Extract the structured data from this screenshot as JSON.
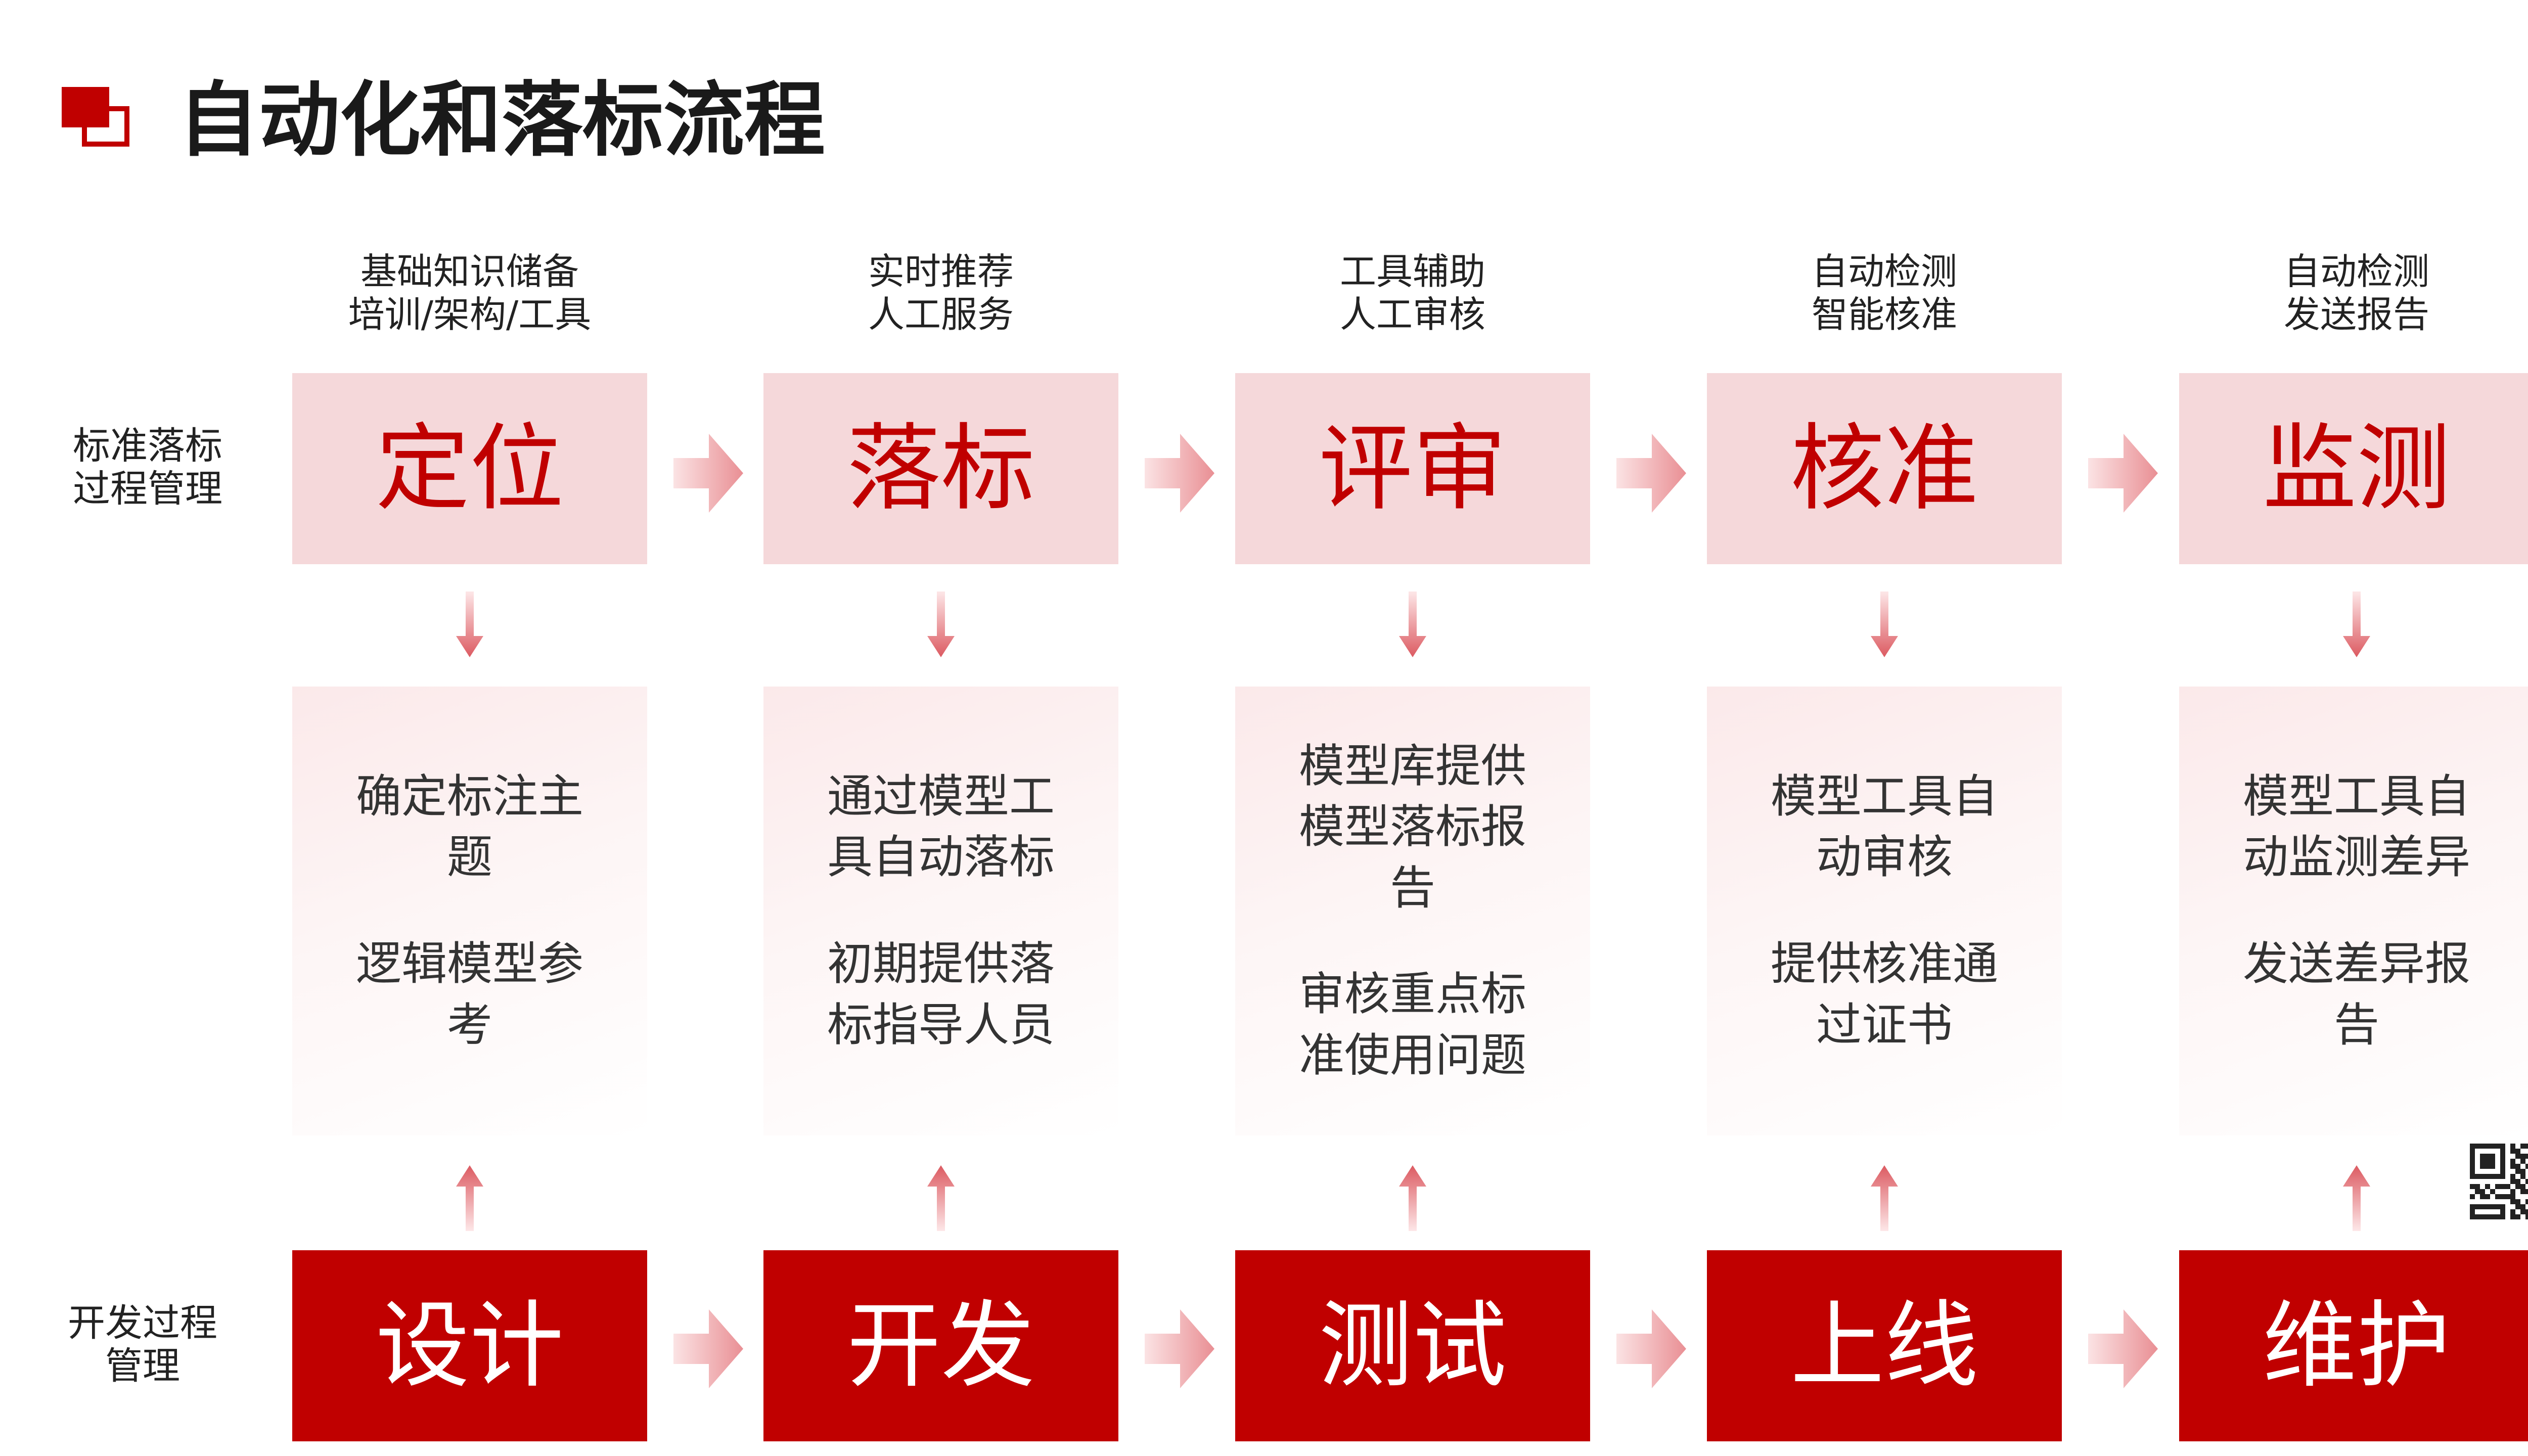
{
  "title": "自动化和落标流程",
  "row_labels": {
    "standard": "标准落标\n过程管理",
    "dev": "开发过程\n管理"
  },
  "columns": [
    {
      "caption": "基础知识储备\n培训/架构/工具",
      "stage": "定位",
      "details": [
        "确定标注主题",
        "逻辑模型参考"
      ],
      "dev": "设计"
    },
    {
      "caption": "实时推荐\n人工服务",
      "stage": "落标",
      "details": [
        "通过模型工具自动落标",
        "初期提供落标指导人员"
      ],
      "dev": "开发"
    },
    {
      "caption": "工具辅助\n人工审核",
      "stage": "评审",
      "details": [
        "模型库提供模型落标报告",
        "审核重点标准使用问题"
      ],
      "dev": "测试"
    },
    {
      "caption": "自动检测\n智能核准",
      "stage": "核准",
      "details": [
        "模型工具自动审核",
        "提供核准通过证书"
      ],
      "dev": "上线"
    },
    {
      "caption": "自动检测\n发送报告",
      "stage": "监测",
      "details": [
        "模型工具自动监测差异",
        "发送差异报告"
      ],
      "dev": "维护"
    }
  ],
  "colors": {
    "accent": "#c00000",
    "stage_bg": "#f5d8da",
    "arrow_light": "#f6c6c8"
  },
  "icons": {
    "title_marker": "overlapping-squares-icon",
    "flow_arrow": "arrow-right-icon",
    "down_arrow": "arrow-down-icon",
    "up_arrow": "arrow-up-icon",
    "qr": "qr-code-icon"
  }
}
